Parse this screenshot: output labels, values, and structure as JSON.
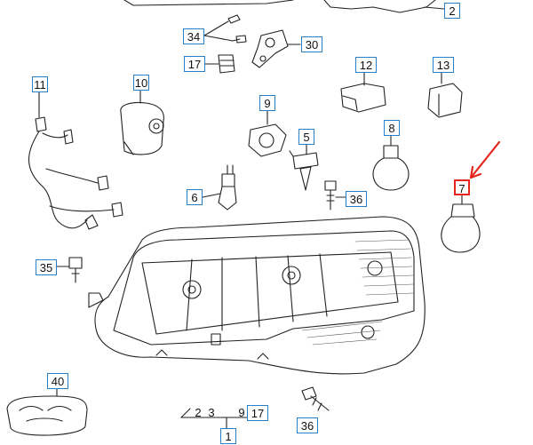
{
  "diagram": {
    "callouts": {
      "c2": "2",
      "c34": "34",
      "c30": "30",
      "c17a": "17",
      "c12": "12",
      "c13": "13",
      "c11": "11",
      "c10": "10",
      "c9": "9",
      "c8": "8",
      "c5": "5",
      "c6": "6",
      "c36a": "36",
      "c7": "7",
      "c35": "35",
      "c40": "40",
      "c36b": "36",
      "bottom_2": "2",
      "bottom_3": "3",
      "bottom_9": "9",
      "bottom_17": "17",
      "bottom_1": "1"
    },
    "colors": {
      "line": "#222222",
      "label_border": "#2a7fc4",
      "highlight": "#e5241b",
      "shade": "#bdbdbd"
    }
  }
}
